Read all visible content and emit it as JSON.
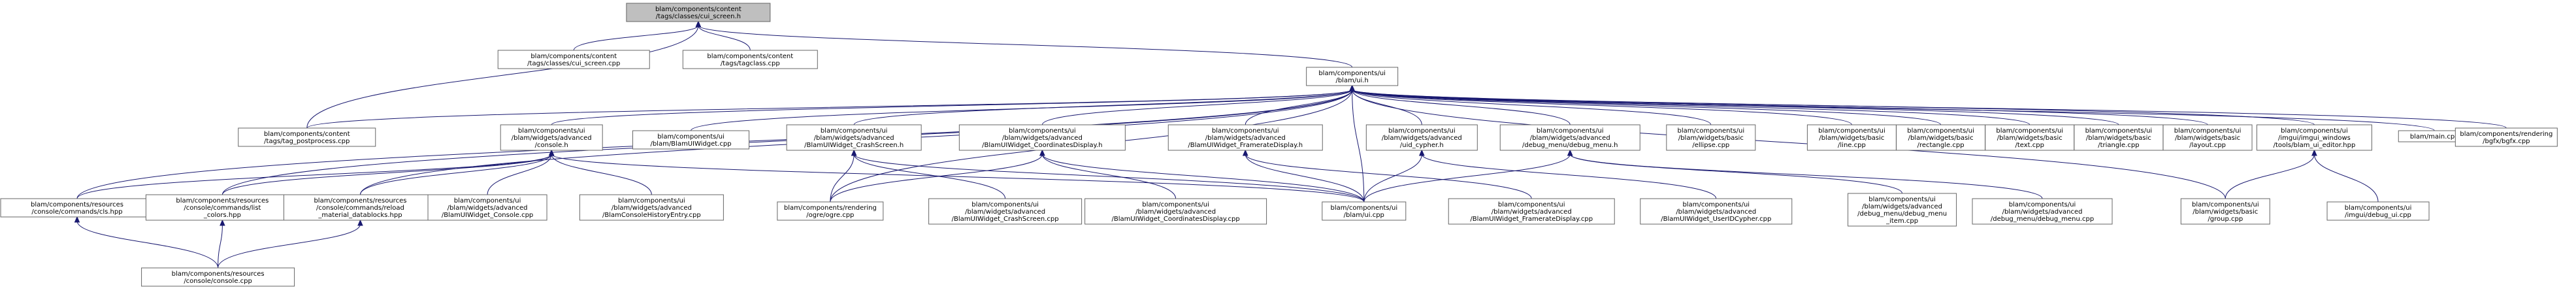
{
  "colors": {
    "node_fill": "#ffffff",
    "root_fill": "#bfbfbf",
    "node_border": "#666666",
    "edge": "#191970"
  },
  "nodes": [
    {
      "id": "root",
      "lines": [
        "blam/components/content",
        "/tags/classes/cui_screen.h"
      ],
      "root": true
    },
    {
      "id": "cuiscreen_cpp",
      "lines": [
        "blam/components/content",
        "/tags/classes/cui_screen.cpp"
      ]
    },
    {
      "id": "tagclass_cpp",
      "lines": [
        "blam/components/content",
        "/tags/tagclass.cpp"
      ]
    },
    {
      "id": "ui_h",
      "lines": [
        "blam/components/ui",
        "/blam/ui.h"
      ]
    },
    {
      "id": "tag_postprocess",
      "lines": [
        "blam/components/content",
        "/tags/tag_postprocess.cpp"
      ]
    },
    {
      "id": "console_h",
      "lines": [
        "blam/components/ui",
        "/blam/widgets/advanced",
        "/console.h"
      ]
    },
    {
      "id": "blamuiwidget_cpp",
      "lines": [
        "blam/components/ui",
        "/blam/BlamUIWidget.cpp"
      ]
    },
    {
      "id": "crashscreen_h",
      "lines": [
        "blam/components/ui",
        "/blam/widgets/advanced",
        "/BlamUIWidget_CrashScreen.h"
      ]
    },
    {
      "id": "coords_h",
      "lines": [
        "blam/components/ui",
        "/blam/widgets/advanced",
        "/BlamUIWidget_CoordinatesDisplay.h"
      ]
    },
    {
      "id": "framerate_h",
      "lines": [
        "blam/components/ui",
        "/blam/widgets/advanced",
        "/BlamUIWidget_FramerateDisplay.h"
      ]
    },
    {
      "id": "uid_cypher_h",
      "lines": [
        "blam/components/ui",
        "/blam/widgets/advanced",
        "/uid_cypher.h"
      ]
    },
    {
      "id": "debug_menu_h",
      "lines": [
        "blam/components/ui",
        "/blam/widgets/advanced",
        "/debug_menu/debug_menu.h"
      ]
    },
    {
      "id": "ellipse_cpp",
      "lines": [
        "blam/components/ui",
        "/blam/widgets/basic",
        "/ellipse.cpp"
      ]
    },
    {
      "id": "line_cpp",
      "lines": [
        "blam/components/ui",
        "/blam/widgets/basic",
        "/line.cpp"
      ]
    },
    {
      "id": "rectangle_cpp",
      "lines": [
        "blam/components/ui",
        "/blam/widgets/basic",
        "/rectangle.cpp"
      ]
    },
    {
      "id": "text_cpp",
      "lines": [
        "blam/components/ui",
        "/blam/widgets/basic",
        "/text.cpp"
      ]
    },
    {
      "id": "triangle_cpp",
      "lines": [
        "blam/components/ui",
        "/blam/widgets/basic",
        "/triangle.cpp"
      ]
    },
    {
      "id": "layout_cpp",
      "lines": [
        "blam/components/ui",
        "/blam/widgets/basic",
        "/layout.cpp"
      ]
    },
    {
      "id": "blam_ui_editor",
      "lines": [
        "blam/components/ui",
        "/imgui/imgui_windows",
        "/tools/blam_ui_editor.hpp"
      ]
    },
    {
      "id": "main_cpp",
      "lines": [
        "blam/main.cpp"
      ]
    },
    {
      "id": "bgfx_cpp",
      "lines": [
        "blam/components/rendering",
        "/bgfx/bgfx.cpp"
      ]
    },
    {
      "id": "cls_hpp",
      "lines": [
        "blam/components/resources",
        "/console/commands/cls.hpp"
      ]
    },
    {
      "id": "list_colors",
      "lines": [
        "blam/components/resources",
        "/console/commands/list",
        "_colors.hpp"
      ]
    },
    {
      "id": "reload_mat",
      "lines": [
        "blam/components/resources",
        "/console/commands/reload",
        "_material_datablocks.hpp"
      ]
    },
    {
      "id": "console_cpp_ui",
      "lines": [
        "blam/components/ui",
        "/blam/widgets/advanced",
        "/BlamUIWidget_Console.cpp"
      ]
    },
    {
      "id": "history_cpp",
      "lines": [
        "blam/components/ui",
        "/blam/widgets/advanced",
        "/BlamConsoleHistoryEntry.cpp"
      ]
    },
    {
      "id": "ogre_cpp",
      "lines": [
        "blam/components/rendering",
        "/ogre/ogre.cpp"
      ]
    },
    {
      "id": "crashscreen_cpp",
      "lines": [
        "blam/components/ui",
        "/blam/widgets/advanced",
        "/BlamUIWidget_CrashScreen.cpp"
      ]
    },
    {
      "id": "coords_cpp",
      "lines": [
        "blam/components/ui",
        "/blam/widgets/advanced",
        "/BlamUIWidget_CoordinatesDisplay.cpp"
      ]
    },
    {
      "id": "ui_cpp",
      "lines": [
        "blam/components/ui",
        "/blam/ui.cpp"
      ]
    },
    {
      "id": "framerate_cpp",
      "lines": [
        "blam/components/ui",
        "/blam/widgets/advanced",
        "/BlamUIWidget_FramerateDisplay.cpp"
      ]
    },
    {
      "id": "uidcypher_cpp",
      "lines": [
        "blam/components/ui",
        "/blam/widgets/advanced",
        "/BlamUIWidget_UserIDCypher.cpp"
      ]
    },
    {
      "id": "debug_menu_item",
      "lines": [
        "blam/components/ui",
        "/blam/widgets/advanced",
        "/debug_menu/debug_menu",
        "_item.cpp"
      ]
    },
    {
      "id": "debug_menu_cpp",
      "lines": [
        "blam/components/ui",
        "/blam/widgets/advanced",
        "/debug_menu/debug_menu.cpp"
      ]
    },
    {
      "id": "group_cpp",
      "lines": [
        "blam/components/ui",
        "/blam/widgets/basic",
        "/group.cpp"
      ]
    },
    {
      "id": "debug_ui_cpp",
      "lines": [
        "blam/components/ui",
        "/imgui/debug_ui.cpp"
      ]
    },
    {
      "id": "console_cpp_res",
      "lines": [
        "blam/components/resources",
        "/console/console.cpp"
      ]
    }
  ],
  "edges": [
    [
      "cuiscreen_cpp",
      "root"
    ],
    [
      "tagclass_cpp",
      "root"
    ],
    [
      "ui_h",
      "root"
    ],
    [
      "tag_postprocess",
      "root"
    ],
    [
      "tag_postprocess",
      "ui_h"
    ],
    [
      "console_h",
      "ui_h"
    ],
    [
      "blamuiwidget_cpp",
      "ui_h"
    ],
    [
      "crashscreen_h",
      "ui_h"
    ],
    [
      "coords_h",
      "ui_h"
    ],
    [
      "framerate_h",
      "ui_h"
    ],
    [
      "uid_cypher_h",
      "ui_h"
    ],
    [
      "debug_menu_h",
      "ui_h"
    ],
    [
      "ellipse_cpp",
      "ui_h"
    ],
    [
      "line_cpp",
      "ui_h"
    ],
    [
      "rectangle_cpp",
      "ui_h"
    ],
    [
      "text_cpp",
      "ui_h"
    ],
    [
      "triangle_cpp",
      "ui_h"
    ],
    [
      "layout_cpp",
      "ui_h"
    ],
    [
      "blam_ui_editor",
      "ui_h"
    ],
    [
      "main_cpp",
      "ui_h"
    ],
    [
      "bgfx_cpp",
      "ui_h"
    ],
    [
      "cls_hpp",
      "ui_h"
    ],
    [
      "list_colors",
      "ui_h"
    ],
    [
      "reload_mat",
      "ui_h"
    ],
    [
      "ogre_cpp",
      "ui_h"
    ],
    [
      "ui_cpp",
      "ui_h"
    ],
    [
      "group_cpp",
      "ui_h"
    ],
    [
      "cls_hpp",
      "console_h"
    ],
    [
      "list_colors",
      "console_h"
    ],
    [
      "reload_mat",
      "console_h"
    ],
    [
      "console_cpp_ui",
      "console_h"
    ],
    [
      "history_cpp",
      "console_h"
    ],
    [
      "ui_cpp",
      "console_h"
    ],
    [
      "ogre_cpp",
      "crashscreen_h"
    ],
    [
      "crashscreen_cpp",
      "crashscreen_h"
    ],
    [
      "ui_cpp",
      "crashscreen_h"
    ],
    [
      "ogre_cpp",
      "coords_h"
    ],
    [
      "coords_cpp",
      "coords_h"
    ],
    [
      "ui_cpp",
      "coords_h"
    ],
    [
      "ui_cpp",
      "framerate_h"
    ],
    [
      "framerate_cpp",
      "framerate_h"
    ],
    [
      "ui_cpp",
      "uid_cypher_h"
    ],
    [
      "uidcypher_cpp",
      "uid_cypher_h"
    ],
    [
      "ui_cpp",
      "debug_menu_h"
    ],
    [
      "debug_menu_item",
      "debug_menu_h"
    ],
    [
      "debug_menu_cpp",
      "debug_menu_h"
    ],
    [
      "group_cpp",
      "blam_ui_editor"
    ],
    [
      "debug_ui_cpp",
      "blam_ui_editor"
    ],
    [
      "console_cpp_res",
      "cls_hpp"
    ],
    [
      "console_cpp_res",
      "list_colors"
    ],
    [
      "console_cpp_res",
      "reload_mat"
    ]
  ]
}
